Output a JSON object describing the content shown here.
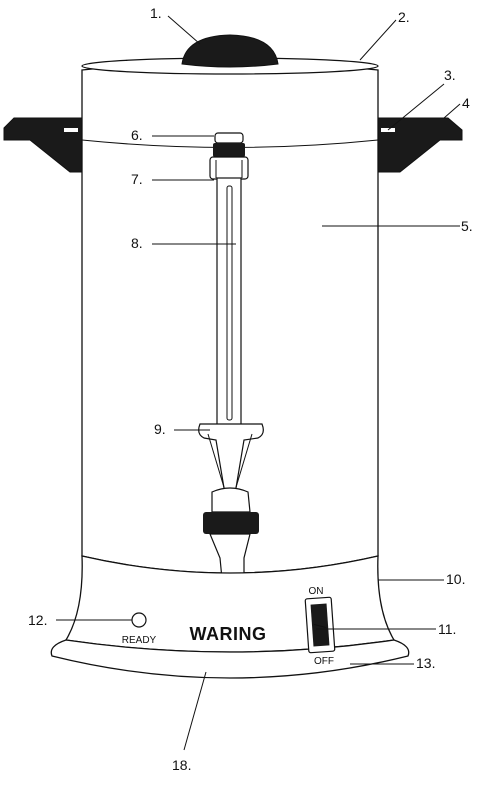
{
  "callouts": {
    "c1": "1.",
    "c2": "2.",
    "c3": "3.",
    "c4": "4",
    "c5": "5.",
    "c6": "6.",
    "c7": "7.",
    "c8": "8.",
    "c9": "9.",
    "c10": "10.",
    "c11": "11.",
    "c12": "12.",
    "c13": "13.",
    "c18": "18."
  },
  "base": {
    "brand": "WARING",
    "ready_label": "READY",
    "switch_on": "ON",
    "switch_off": "OFF"
  }
}
